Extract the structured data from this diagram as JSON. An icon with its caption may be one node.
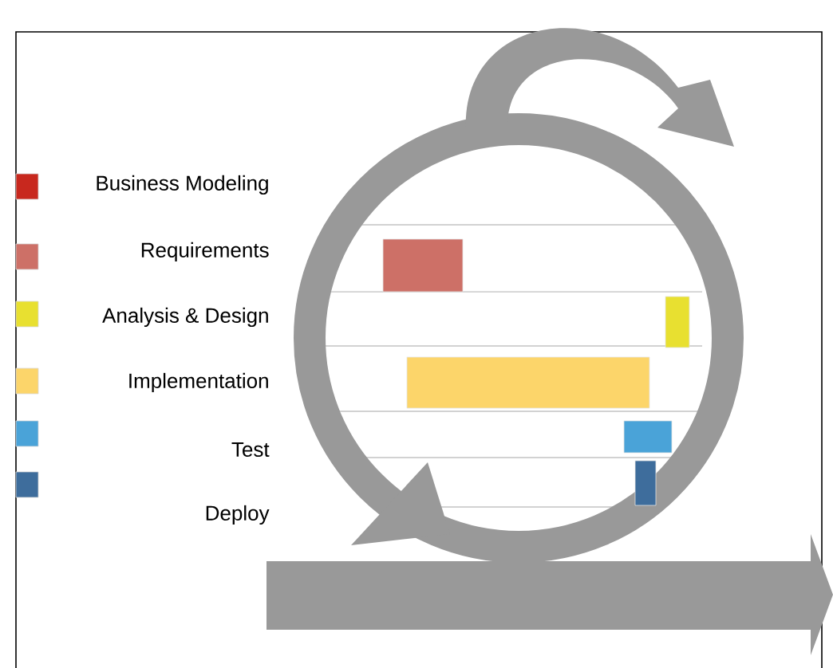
{
  "diagram": {
    "legend": [
      {
        "text": "Business Modeling",
        "color": "#c8281e"
      },
      {
        "text": "Requirements",
        "color": "#cd7067"
      },
      {
        "text": "Analysis & Design",
        "color": "#e8e030"
      },
      {
        "text": "Implementation",
        "color": "#fcd56a"
      },
      {
        "text": "Test",
        "color": "#4aa3d8"
      },
      {
        "text": "Deploy",
        "color": "#3e6d9c"
      }
    ]
  }
}
